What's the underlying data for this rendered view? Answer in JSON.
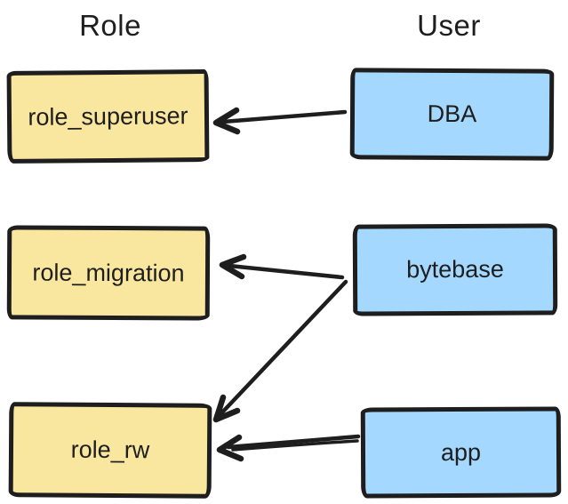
{
  "headers": {
    "role_column": "Role",
    "user_column": "User"
  },
  "colors": {
    "ink": "#1e1e1e",
    "role_fill": "#f9e7a0",
    "user_fill": "#a5d8ff",
    "background": "#ffffff"
  },
  "roles": [
    {
      "id": "role_superuser",
      "label": "role_superuser"
    },
    {
      "id": "role_migration",
      "label": "role_migration"
    },
    {
      "id": "role_rw",
      "label": "role_rw"
    }
  ],
  "users": [
    {
      "id": "DBA",
      "label": "DBA"
    },
    {
      "id": "bytebase",
      "label": "bytebase"
    },
    {
      "id": "app",
      "label": "app"
    }
  ],
  "grants": [
    {
      "from": "DBA",
      "to": "role_superuser"
    },
    {
      "from": "bytebase",
      "to": "role_migration"
    },
    {
      "from": "bytebase",
      "to": "role_rw"
    },
    {
      "from": "app",
      "to": "role_rw"
    }
  ]
}
